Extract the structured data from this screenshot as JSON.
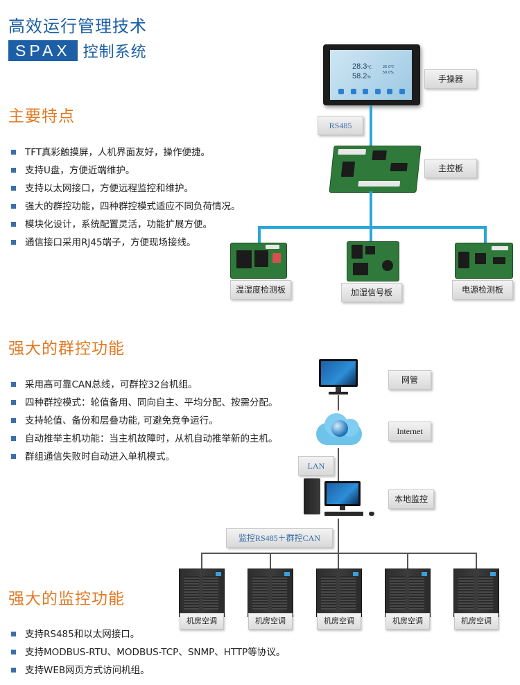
{
  "header": {
    "title": "高效运行管理技术",
    "spax": "SPAX",
    "subtitle": "控制系统"
  },
  "section1": {
    "title": "主要特点",
    "bullets": [
      "TFT真彩触摸屏，人机界面友好，操作便捷。",
      "支持U盘，方便近端维护。",
      "支持以太网接口，方便远程监控和维护。",
      "强大的群控功能，四种群控模式适应不同负荷情况。",
      "模块化设计，系统配置灵活，功能扩展方便。",
      "通信接口采用RJ45端子，方便现场接线。"
    ]
  },
  "diagram1": {
    "screen": {
      "temp": "28.3",
      "temp_unit": "℃",
      "humidity": "58.2",
      "humidity_unit": "%",
      "side_top": "25.0℃",
      "side_bottom": "50.0%"
    },
    "hmi_label": "手操器",
    "bus_label": "RS485",
    "main_board_label": "主控板",
    "sub_boards": [
      "温湿度检测板",
      "加湿信号板",
      "电源检测板"
    ]
  },
  "section2": {
    "title": "强大的群控功能",
    "bullets": [
      "采用高可靠CAN总线，可群控32台机组。",
      "四种群控模式：轮值备用、同向自主、平均分配、按需分配。",
      "支持轮值、备份和层叠功能, 可避免竞争运行。",
      "自动推举主机功能：当主机故障时，从机自动推举新的主机。",
      "群组通信失败时自动进入单机模式。"
    ]
  },
  "diagram2": {
    "nms_label": "网管",
    "internet_label": "Internet",
    "lan_label": "LAN",
    "local_label": "本地监控",
    "bus_label": "监控RS485＋群控CAN",
    "units": [
      "机房空调",
      "机房空调",
      "机房空调",
      "机房空调",
      "机房空调"
    ]
  },
  "section3": {
    "title": "强大的监控功能",
    "bullets": [
      "支持RS485和以太网接口。",
      "支持MODBUS-RTU、MODBUS-TCP、SNMP、HTTP等协议。",
      "支持WEB网页方式访问机组。"
    ]
  },
  "colors": {
    "brand_blue": "#1d5fa6",
    "section_orange": "#e07a25",
    "bus_blue": "#2aa6d8"
  }
}
